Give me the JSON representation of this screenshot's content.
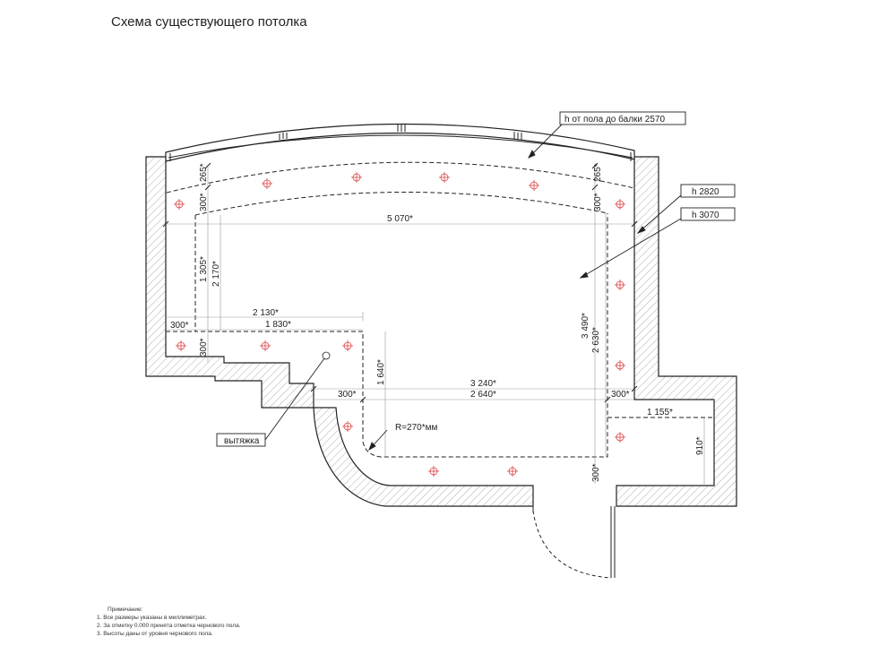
{
  "title": "Схема существующего потолка",
  "callouts": {
    "beam_height": "h от пола до балки 2570",
    "h2820": "h 2820",
    "h3070": "h 3070",
    "exhaust": "вытяжка"
  },
  "dimensions": {
    "d5070": "5 070*",
    "d265_left": "265*",
    "d300_left_top": "300*",
    "d265_right": "265*",
    "d300_right_top": "300*",
    "d1305": "1 305*",
    "d2170": "2 170*",
    "d2130": "2 130*",
    "d1830": "1 830*",
    "d300_left_mid": "300*",
    "d300_left_low": "300*",
    "d1640": "1 640*",
    "d3490": "3 490*",
    "d2630": "2 630*",
    "d3240": "3 240*",
    "d2640": "2 640*",
    "d300_mid_left": "300*",
    "d300_mid_right": "300*",
    "d1155": "1 155*",
    "d910": "910*",
    "radius": "R=270*мм",
    "d300_bottom": "300*"
  },
  "notes": [
    "Примечание:",
    "1. Все размеры указаны в миллиметрах.",
    "2. За отметку 0.000 принята отметка чернового пола.",
    "3. Высоты даны от уровня чернового пола."
  ]
}
